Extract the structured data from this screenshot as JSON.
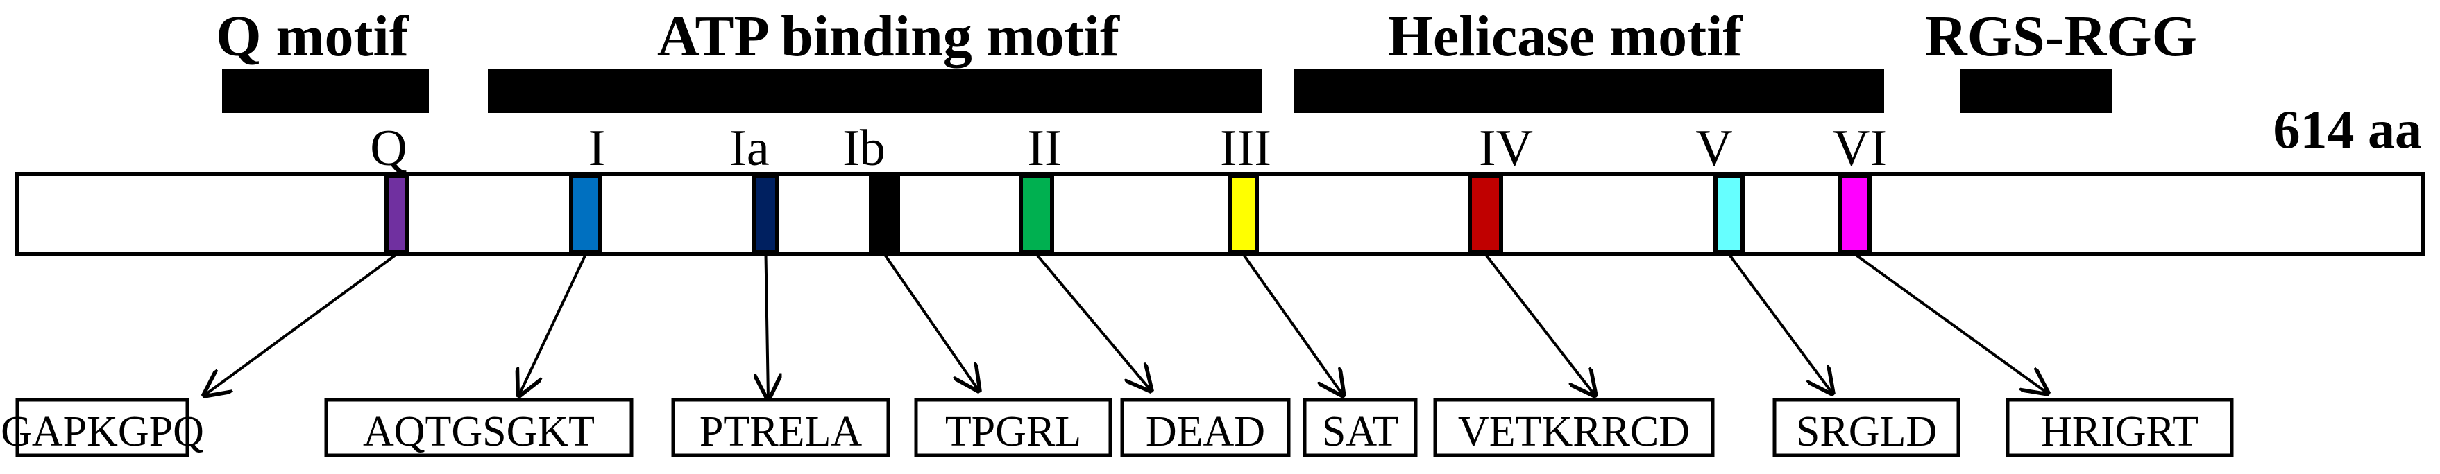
{
  "protein_length_label": "614 aa",
  "domain_labels": [
    {
      "id": "q-motif",
      "text": "Q motif"
    },
    {
      "id": "atp-binding-motif",
      "text": "ATP binding motif"
    },
    {
      "id": "helicase-motif",
      "text": "Helicase motif"
    },
    {
      "id": "rgs-rgg",
      "text": "RGS-RGG"
    }
  ],
  "motifs": [
    {
      "id": "q",
      "label": "Q",
      "color": "#7030A0",
      "sequence": "GAPKGPQ"
    },
    {
      "id": "i",
      "label": "I",
      "color": "#0070C0",
      "sequence": "AQTGSGKT"
    },
    {
      "id": "ia",
      "label": "Ia",
      "color": "#002060",
      "sequence": "PTRELA"
    },
    {
      "id": "ib",
      "label": "Ib",
      "color": "#000000",
      "sequence": "TPGRL"
    },
    {
      "id": "ii",
      "label": "II",
      "color": "#00B050",
      "sequence": "DEAD"
    },
    {
      "id": "iii",
      "label": "III",
      "color": "#FFFF00",
      "sequence": "SAT"
    },
    {
      "id": "iv",
      "label": "IV",
      "color": "#C00000",
      "sequence": "VETKRRCD"
    },
    {
      "id": "v",
      "label": "V",
      "color": "#66FFFF",
      "sequence": "SRGLD"
    },
    {
      "id": "vi",
      "label": "VI",
      "color": "#FF00FF",
      "sequence": "HRIGRT"
    }
  ]
}
